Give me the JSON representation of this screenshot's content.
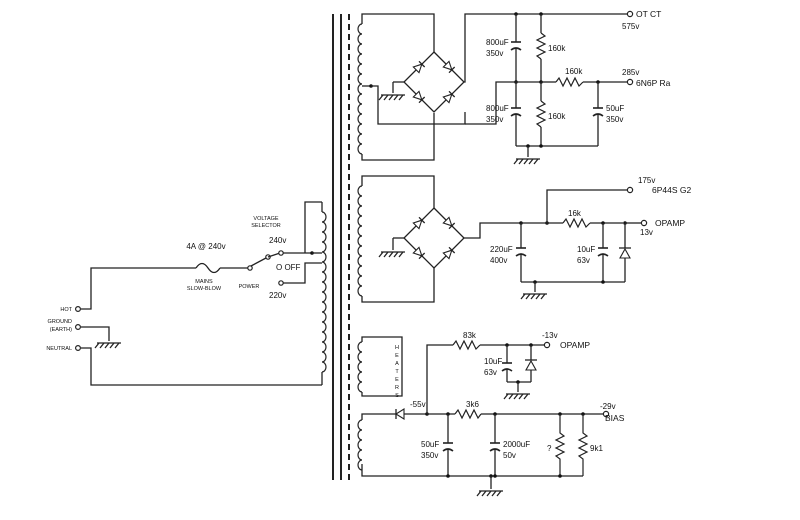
{
  "mains": {
    "hot": "HOT",
    "ground_line1": "GROUND",
    "ground_line2": "(EARTH)",
    "neutral": "NEUTRAL",
    "fuse_rating": "4A @ 240v",
    "fuse_label1": "MAINS",
    "fuse_label2": "SLOW-BLOW",
    "power_switch": "POWER",
    "selector_line1": "VOLTAGE",
    "selector_line2": "SELECTOR",
    "v240": "240v",
    "off": "O OFF",
    "v220": "220v"
  },
  "hv_supply": {
    "cap1": "800uF",
    "cap1_v": "350v",
    "cap2": "800uF",
    "cap2_v": "350v",
    "r1": "160k",
    "r2": "160k",
    "r3": "160k",
    "cap3": "50uF",
    "cap3_v": "350v",
    "out1_label": "OT CT",
    "out1_v": "575v",
    "out2_v": "285v",
    "out2_label": "6N6P Ra"
  },
  "g2_supply": {
    "out_v": "175v",
    "out_label": "6P44S G2",
    "r1": "16k",
    "cap1": "220uF",
    "cap1_v": "400v",
    "cap2": "10uF",
    "cap2_v": "63v",
    "opamp_label": "OPAMP",
    "opamp_v": "13v"
  },
  "heaters": {
    "label": [
      "H",
      "E",
      "A",
      "T",
      "E",
      "R",
      "S"
    ]
  },
  "bias_supply": {
    "r_neg": "83k",
    "neg_v": "-13v",
    "neg_label": "OPAMP",
    "cap_neg": "10uF",
    "cap_neg_v": "63v",
    "diode_v": "-55v",
    "r2": "3k6",
    "out_v": "-29v",
    "out_label": "BIAS",
    "cap1": "50uF",
    "cap1_v": "350v",
    "cap2": "2000uF",
    "cap2_v": "50v",
    "r_unknown": "?",
    "r_bias": "9k1"
  }
}
